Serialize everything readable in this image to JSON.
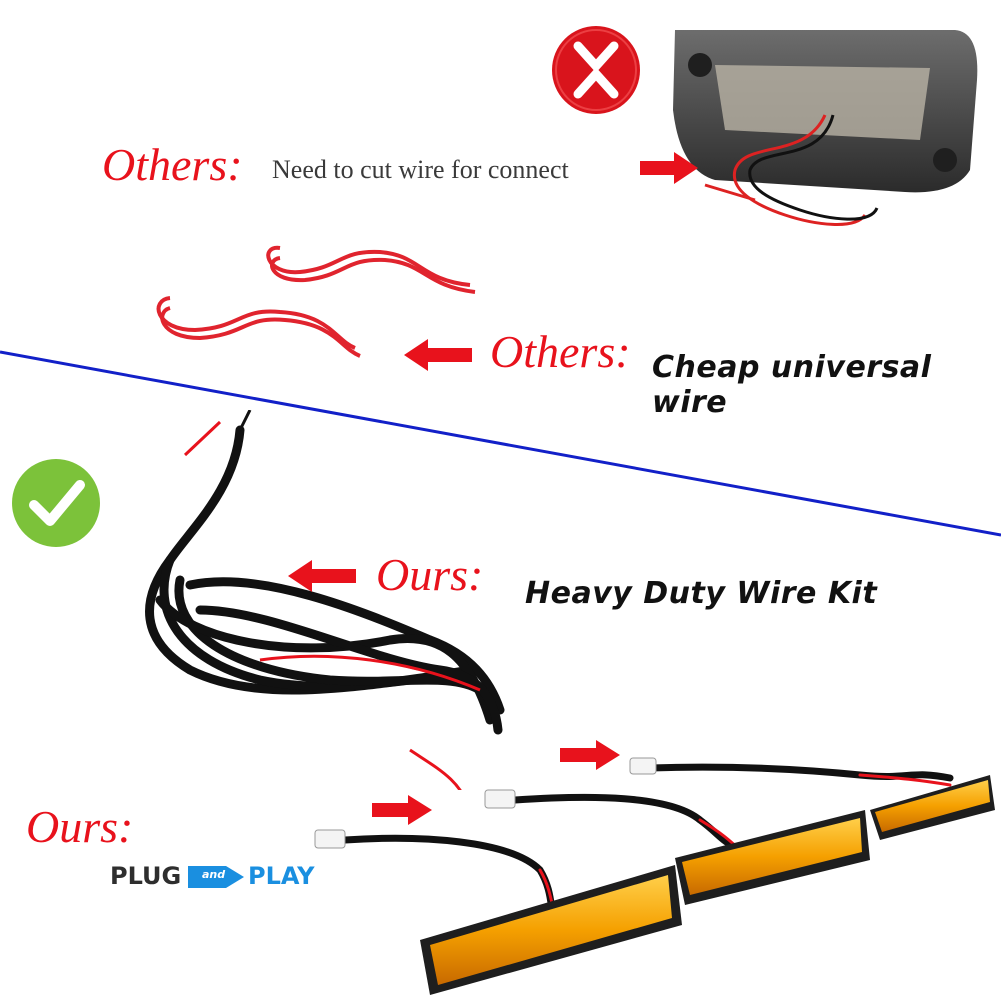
{
  "others_label": "Others:",
  "others_cut_text": "Need to cut wire for connect",
  "others_cheap_text": "Cheap universal wire",
  "ours_label": "Ours:",
  "ours_kit_text": "Heavy Duty Wire Kit",
  "plug_logo": {
    "left": "PLUG",
    "middle": "and",
    "right": "PLAY"
  },
  "colors": {
    "accent_red": "#e8121c",
    "divider_blue": "#1220c8",
    "check_green": "#7cc23a",
    "x_red": "#d9141c",
    "amber": "#f5a000"
  }
}
